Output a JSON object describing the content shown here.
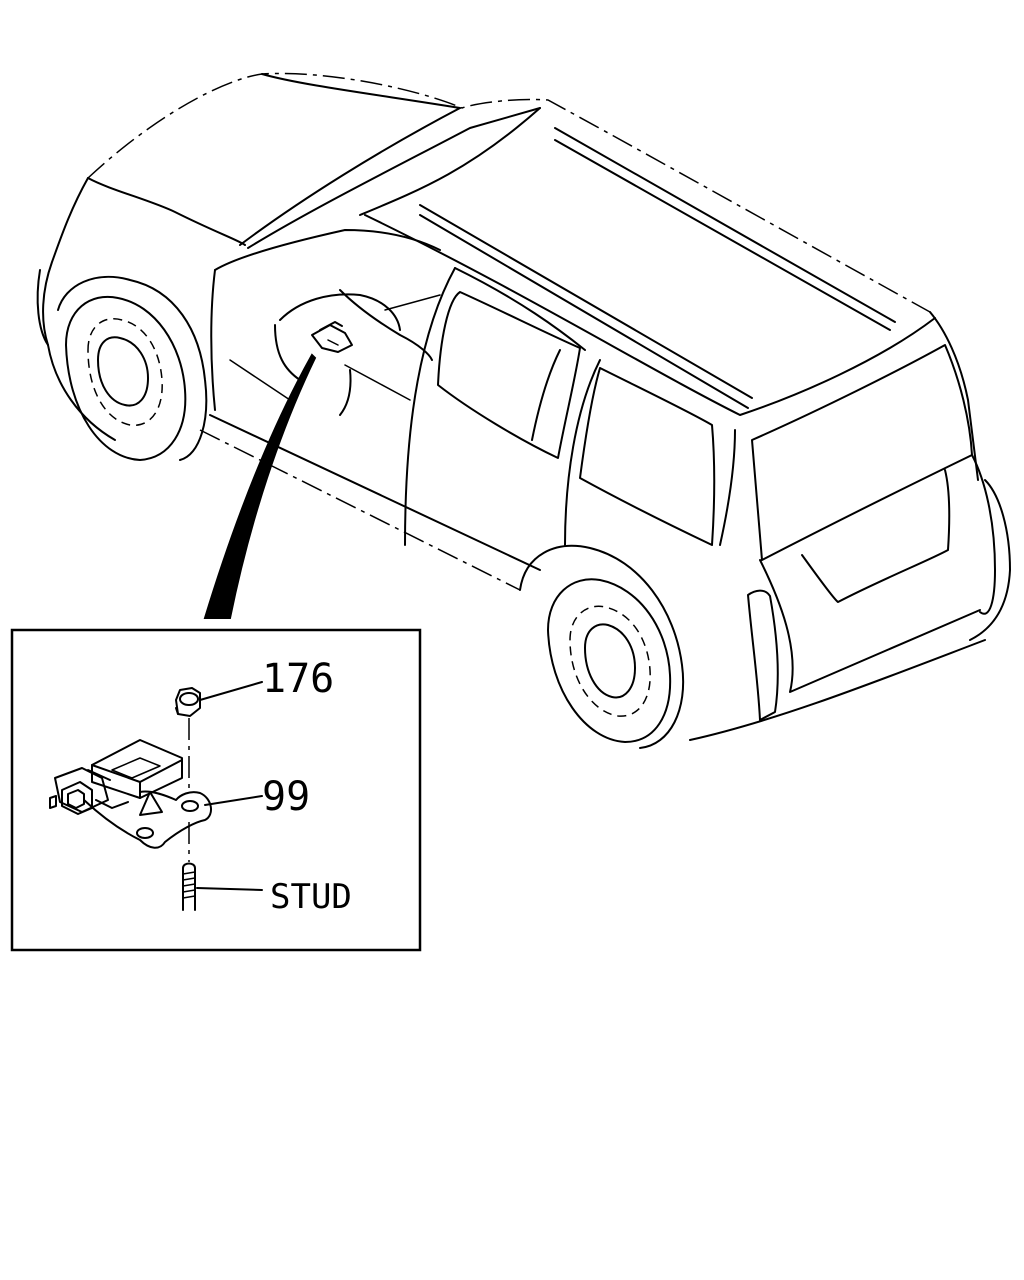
{
  "callouts": {
    "nut": "176",
    "sensor": "99",
    "stud": "STUD"
  }
}
